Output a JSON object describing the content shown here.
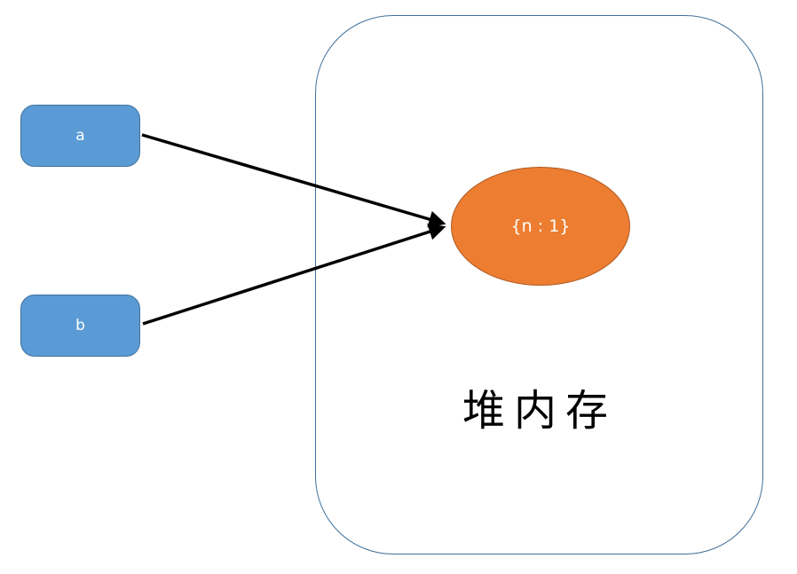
{
  "diagram": {
    "title": "heap-memory-reference-diagram",
    "variables": [
      {
        "id": "a",
        "label": "a"
      },
      {
        "id": "b",
        "label": "b"
      }
    ],
    "heap": {
      "label": "堆内存",
      "object": {
        "label": "{n : 1}"
      }
    },
    "arrows": [
      {
        "from": "a",
        "to": "heap-object"
      },
      {
        "from": "b",
        "to": "heap-object"
      }
    ],
    "colors": {
      "variable_fill": "#5B9BD5",
      "variable_border": "#41719C",
      "object_fill": "#ED7D31",
      "object_border": "#AE5A21",
      "heap_border": "#41719C",
      "arrow": "#000000",
      "node_text": "#FFFFFF",
      "heap_label_text": "#000000",
      "background": "#FFFFFF"
    }
  }
}
